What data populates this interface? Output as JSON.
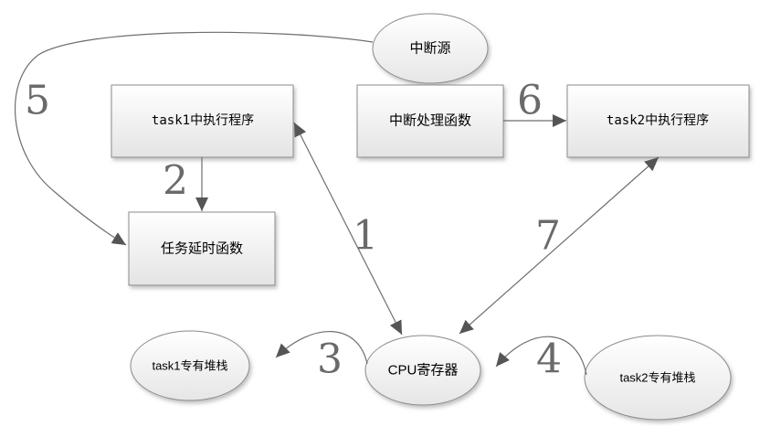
{
  "nodes": {
    "interrupt_source": "中断源",
    "task1_exec": "task1中执行程序",
    "isr": "中断处理函数",
    "task2_exec": "task2中执行程序",
    "task_delay": "任务延时函数",
    "task1_stack": "task1专有堆栈",
    "cpu_registers": "CPU寄存器",
    "task2_stack": "task2专有堆栈"
  },
  "edge_labels": [
    "1",
    "2",
    "3",
    "4",
    "5",
    "6",
    "7"
  ],
  "colors": {
    "stroke": "#8c8c8c",
    "arrow": "#555555",
    "step_text": "#6a6a6a"
  }
}
